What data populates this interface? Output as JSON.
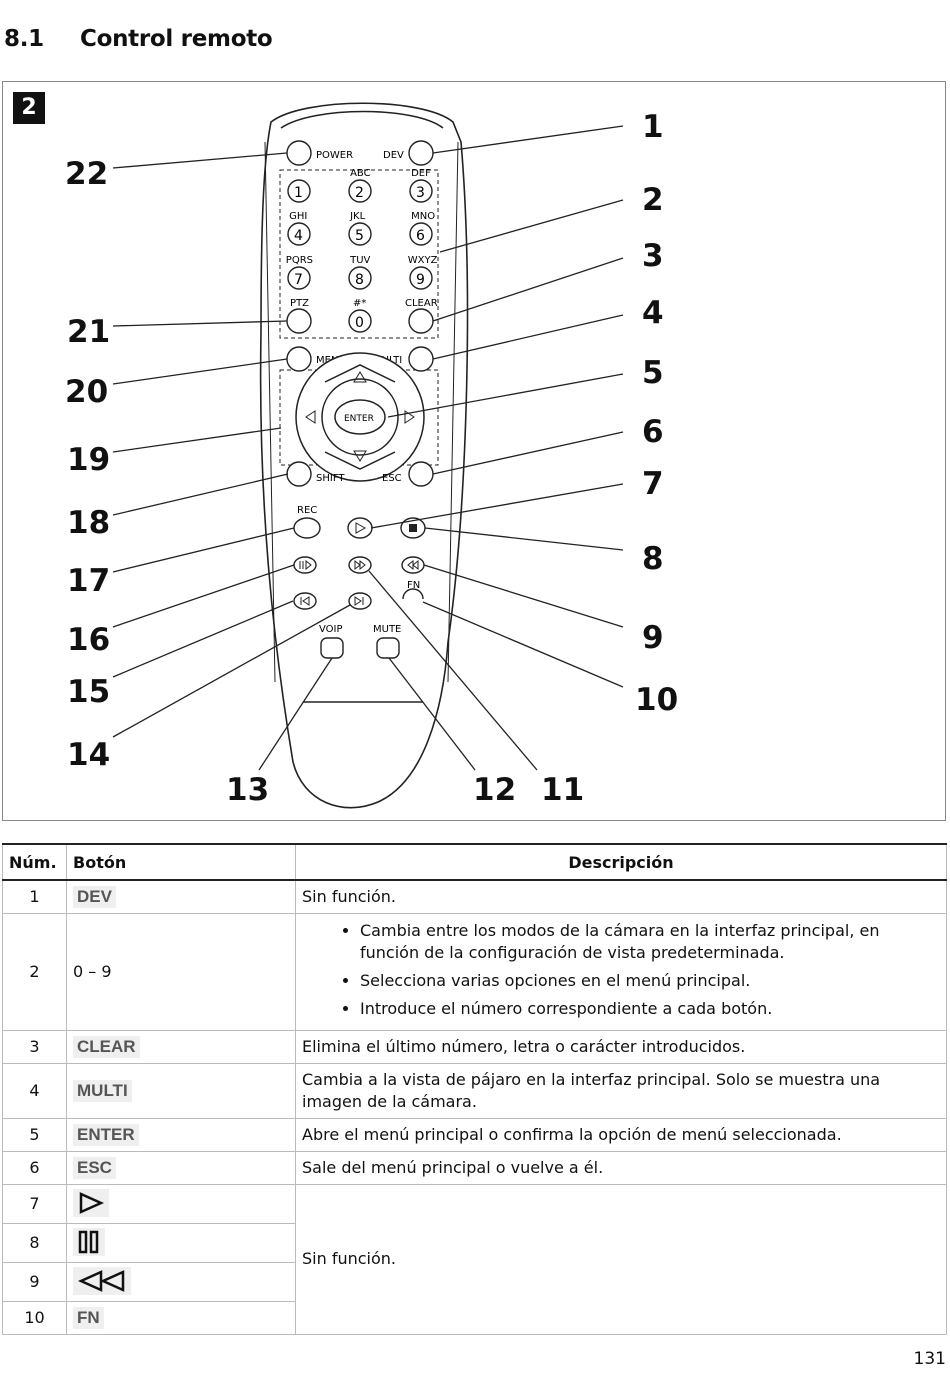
{
  "heading": {
    "number": "8.1",
    "title": "Control remoto"
  },
  "figure": {
    "badge": "2",
    "callouts_left": [
      "22",
      "21",
      "20",
      "19",
      "18",
      "17",
      "16",
      "15",
      "14",
      "13"
    ],
    "callouts_right": [
      "1",
      "2",
      "3",
      "4",
      "5",
      "6",
      "7",
      "8",
      "9",
      "10",
      "12",
      "11"
    ],
    "remote": {
      "power": "POWER",
      "dev": "DEV",
      "keys": [
        {
          "digit": "1",
          "letters": ""
        },
        {
          "digit": "2",
          "letters": "ABC"
        },
        {
          "digit": "3",
          "letters": "DEF"
        },
        {
          "digit": "4",
          "letters": "GHI"
        },
        {
          "digit": "5",
          "letters": "JKL"
        },
        {
          "digit": "6",
          "letters": "MNO"
        },
        {
          "digit": "7",
          "letters": "PQRS"
        },
        {
          "digit": "8",
          "letters": "TUV"
        },
        {
          "digit": "9",
          "letters": "WXYZ"
        }
      ],
      "ptz": "PTZ",
      "hash": "#*",
      "zero": "0",
      "clear": "CLEAR",
      "menu": "MENU",
      "multi": "MULTI",
      "enter": "ENTER",
      "shift": "SHIFT",
      "esc": "ESC",
      "rec": "REC",
      "fn": "FN",
      "voip": "VOIP",
      "mute": "MUTE"
    }
  },
  "table": {
    "headers": {
      "num": "Núm.",
      "button": "Botón",
      "description": "Descripción"
    },
    "rows": [
      {
        "num": "1",
        "button": "DEV",
        "description": "Sin función."
      },
      {
        "num": "2",
        "button": "0 – 9",
        "bullets": [
          "Cambia entre los modos de la cámara en la interfaz principal, en función de la configuración de vista predeterminada.",
          "Selecciona varias opciones en el menú principal.",
          "Introduce el número correspondiente a cada botón."
        ]
      },
      {
        "num": "3",
        "button": "CLEAR",
        "description": "Elimina el último número, letra o carácter introducidos."
      },
      {
        "num": "4",
        "button": "MULTI",
        "description": "Cambia a la vista de pájaro en la interfaz principal. Solo se muestra una imagen de la cámara."
      },
      {
        "num": "5",
        "button": "ENTER",
        "description": "Abre el menú principal o confirma la opción de menú seleccionada."
      },
      {
        "num": "6",
        "button": "ESC",
        "description": "Sale del menú principal o vuelve a él."
      },
      {
        "num": "7",
        "button_icon": "play-icon"
      },
      {
        "num": "8",
        "button_icon": "pause-icon"
      },
      {
        "num": "9",
        "button_icon": "rewind-icon"
      },
      {
        "num": "10",
        "button": "FN"
      }
    ],
    "merged_description": "Sin función."
  },
  "page_number": "131"
}
